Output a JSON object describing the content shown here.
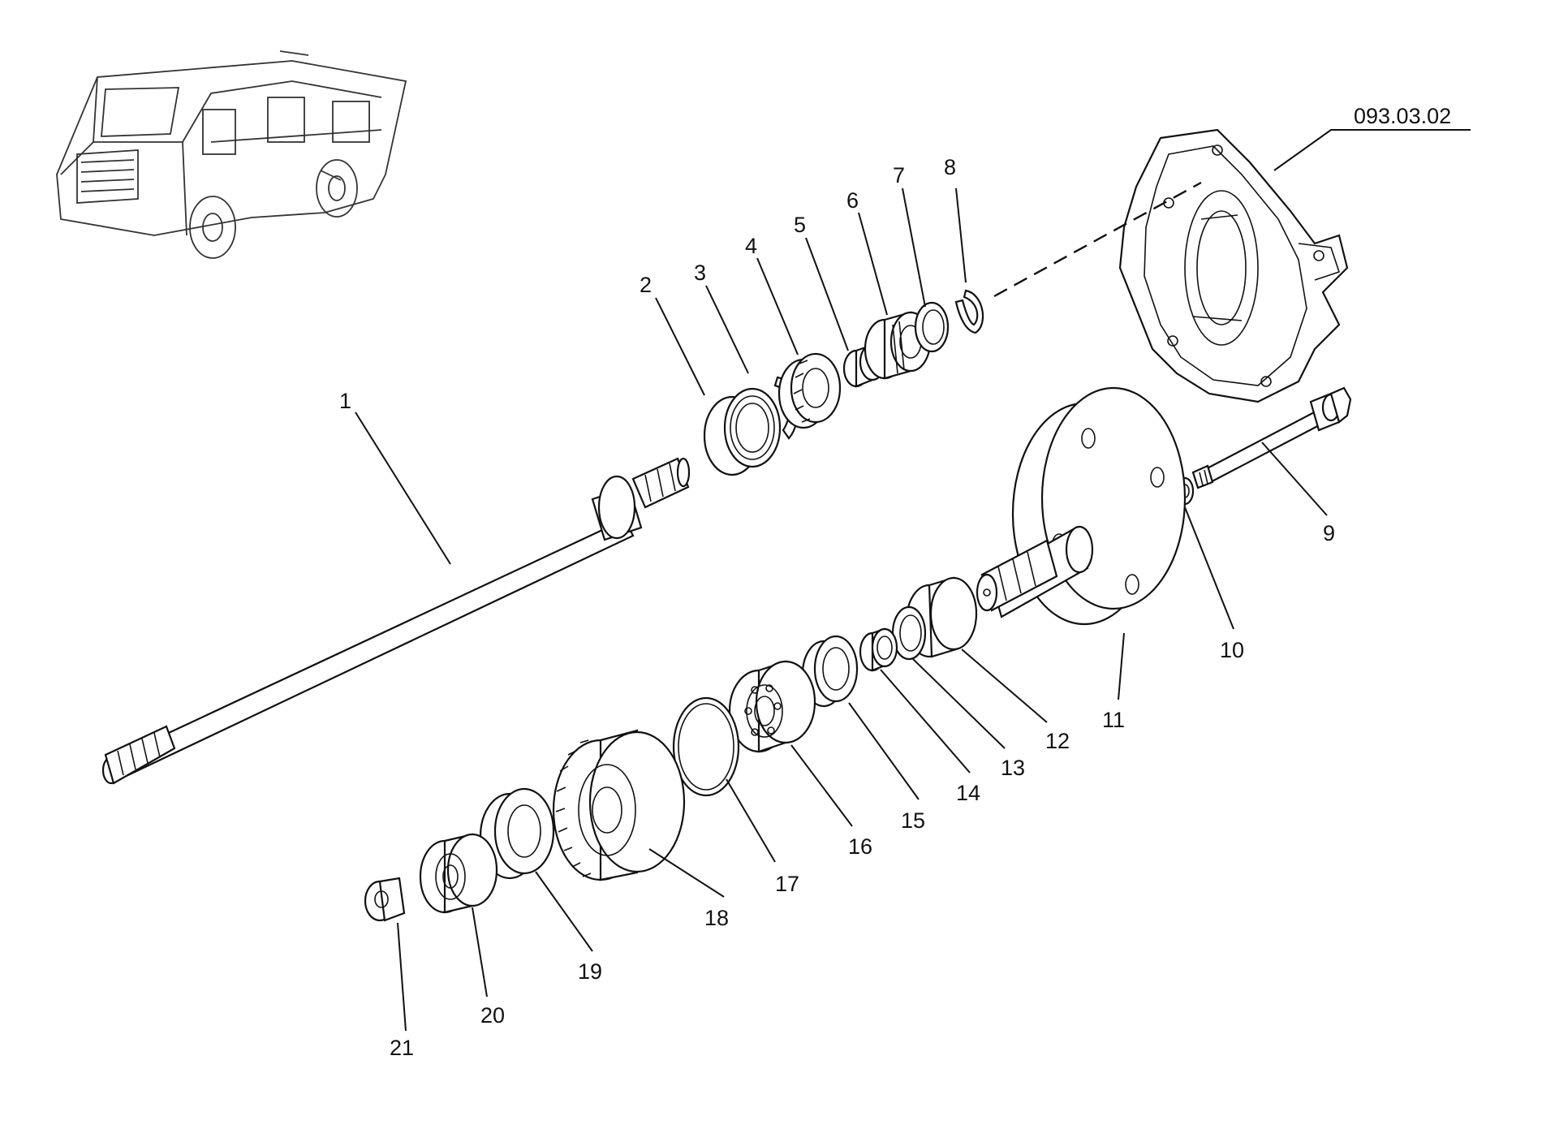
{
  "reference": {
    "label": "093.03.02"
  },
  "callouts": [
    {
      "num": "1"
    },
    {
      "num": "2"
    },
    {
      "num": "3"
    },
    {
      "num": "4"
    },
    {
      "num": "5"
    },
    {
      "num": "6"
    },
    {
      "num": "7"
    },
    {
      "num": "8"
    },
    {
      "num": "9"
    },
    {
      "num": "10"
    },
    {
      "num": "11"
    },
    {
      "num": "12"
    },
    {
      "num": "13"
    },
    {
      "num": "14"
    },
    {
      "num": "15"
    },
    {
      "num": "16"
    },
    {
      "num": "17"
    },
    {
      "num": "18"
    },
    {
      "num": "19"
    },
    {
      "num": "20"
    },
    {
      "num": "21"
    }
  ]
}
